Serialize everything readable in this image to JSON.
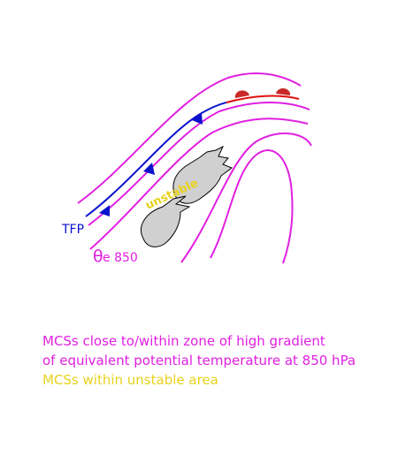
{
  "labels": {
    "front": "TFP",
    "theta_symbol": "θ",
    "theta_sub": "e 850",
    "unstable": "unstable"
  },
  "caption": {
    "line1": "MCSs close to/within zone of high gradient",
    "line2": "of equivalent potential temperature at 850 hPa",
    "line3": "MCSs within unstable area"
  },
  "colors": {
    "theta_lines": "#e020e0",
    "cold_front": "#0a12cc",
    "warm_front": "#e01010",
    "warm_front_symbols": "#c82828",
    "unstable_text": "#e8d21c",
    "mcs_fill": "#d0d0d0"
  }
}
